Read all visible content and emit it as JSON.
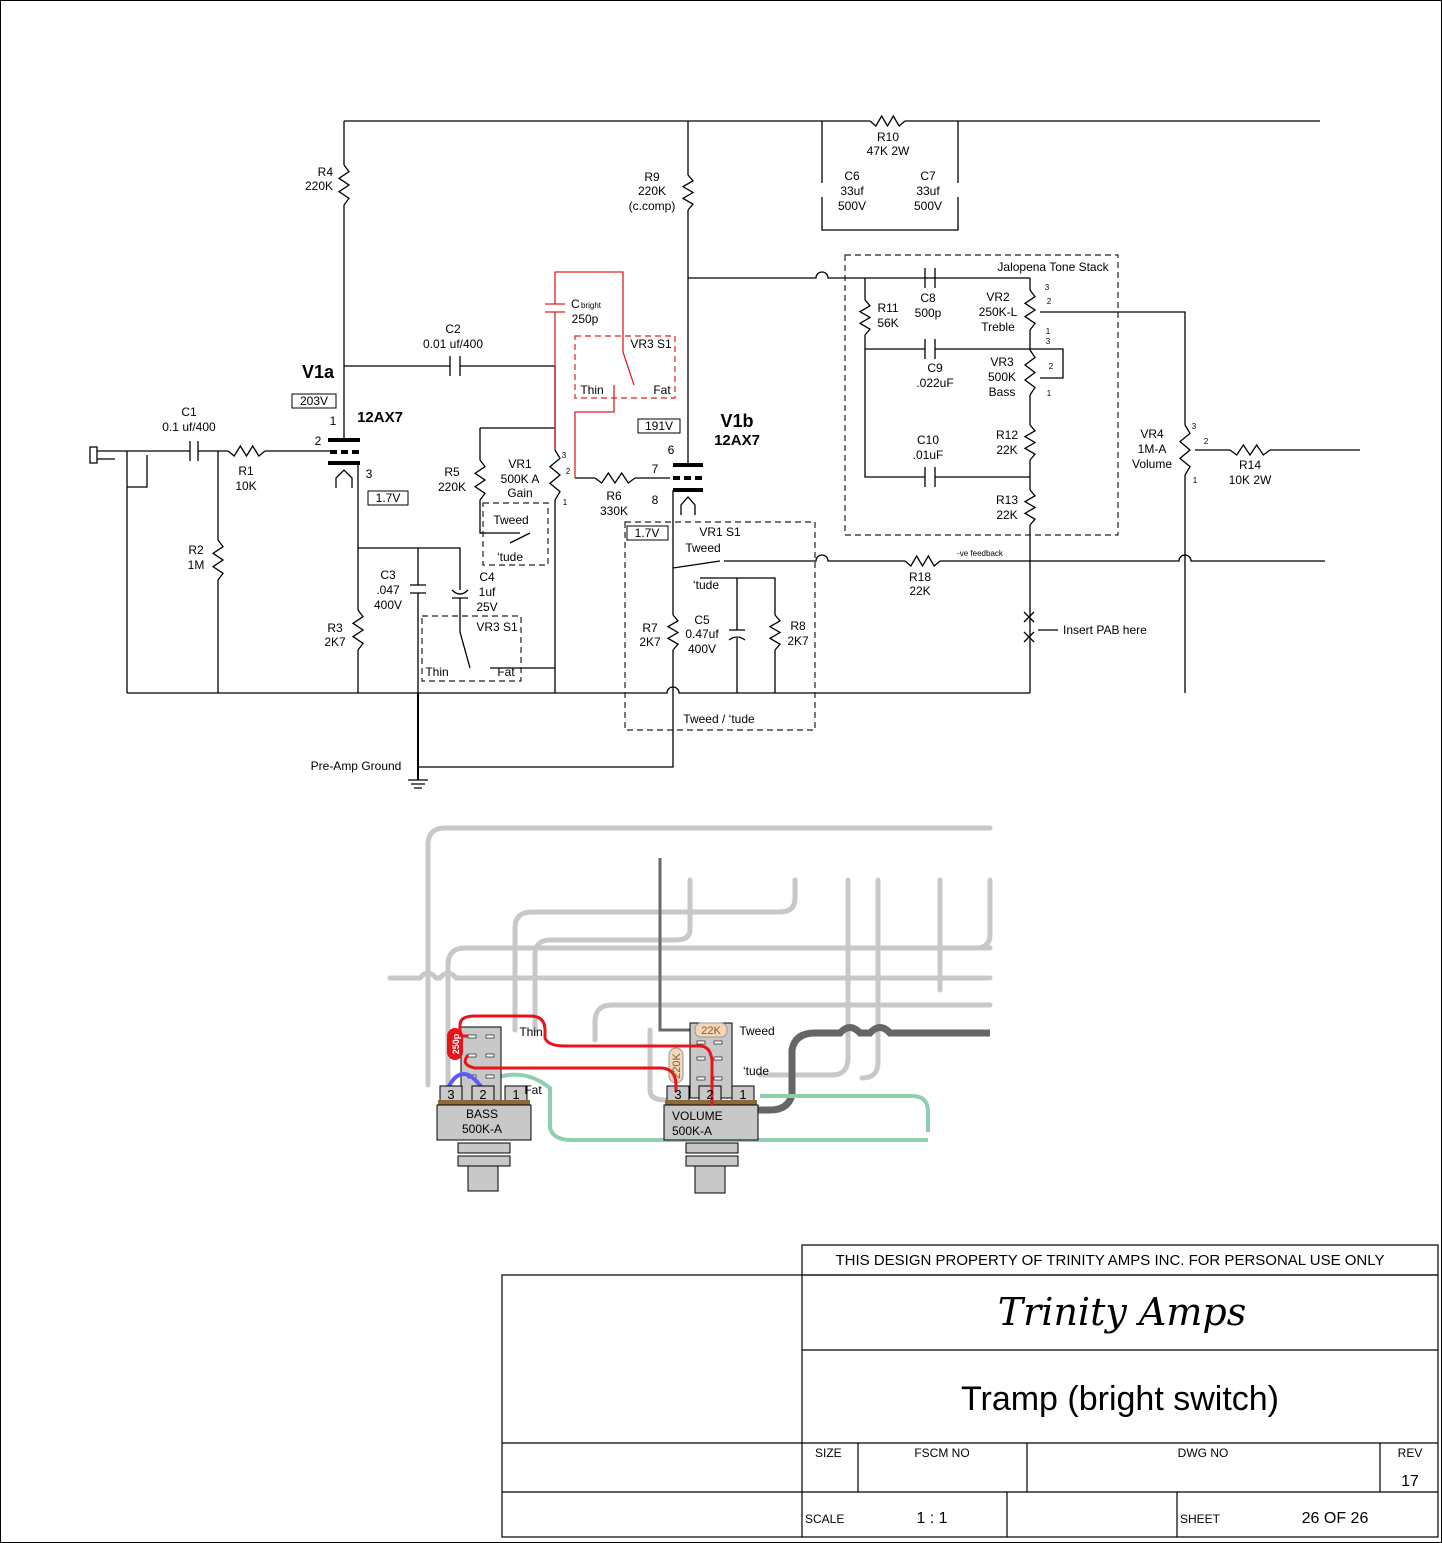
{
  "v1a": {
    "label": "V1a",
    "tube": "12AX7",
    "plate_voltage": "203V",
    "cathode_voltage": "1.7V",
    "pins": [
      "1",
      "2",
      "3"
    ]
  },
  "v1b": {
    "label": "V1b",
    "tube": "12AX7",
    "plate_voltage": "191V",
    "cathode_voltage": "1.7V",
    "pins": [
      "6",
      "7",
      "8"
    ]
  },
  "comp": {
    "r1": [
      "R1",
      "10K"
    ],
    "r2": [
      "R2",
      "1M"
    ],
    "r3": [
      "R3",
      "2K7"
    ],
    "r4": [
      "R4",
      "220K"
    ],
    "r5": [
      "R5",
      "220K"
    ],
    "r6": [
      "R6",
      "330K"
    ],
    "r7": [
      "R7",
      "2K7"
    ],
    "r8": [
      "R8",
      "2K7"
    ],
    "r9": [
      "R9",
      "220K",
      "(c.comp)"
    ],
    "r10": [
      "R10",
      "47K 2W"
    ],
    "r11": [
      "R11",
      "56K"
    ],
    "r12": [
      "R12",
      "22K"
    ],
    "r13": [
      "R13",
      "22K"
    ],
    "r14": [
      "R14",
      "10K 2W"
    ],
    "r18": [
      "R18",
      "22K"
    ],
    "c1": [
      "C1",
      "0.1 uf/400"
    ],
    "c2": [
      "C2",
      "0.01 uf/400"
    ],
    "c3": [
      "C3",
      ".047",
      "400V"
    ],
    "c4": [
      "C4",
      "1uf",
      "25V"
    ],
    "c5": [
      "C5",
      "0.47uf",
      "400V"
    ],
    "c6": [
      "C6",
      "33uf",
      "500V"
    ],
    "c7": [
      "C7",
      "33uf",
      "500V"
    ],
    "c8": [
      "C8",
      "500p"
    ],
    "c9": [
      "C9",
      ".022uF"
    ],
    "c10": [
      "C10",
      ".01uF"
    ],
    "cbright": [
      "C",
      "bright",
      "250p"
    ],
    "vr1": [
      "VR1",
      "500K A",
      "Gain"
    ],
    "vr2": [
      "VR2",
      "250K-L",
      "Treble"
    ],
    "vr3": [
      "VR3",
      "500K",
      "Bass"
    ],
    "vr4": [
      "VR4",
      "1M-A",
      "Volume"
    ]
  },
  "pot_pins": [
    "3",
    "2",
    "1"
  ],
  "switches": {
    "vr1_s1_left": {
      "tweed": "Tweed",
      "tude": "‘tude"
    },
    "vr3_s1_lower": {
      "label": "VR3 S1",
      "thin": "Thin",
      "fat": "Fat"
    },
    "vr3_s1_bright": {
      "label": "VR3 S1",
      "thin": "Thin",
      "fat": "Fat"
    },
    "vr1_s1_right": {
      "label": "VR1 S1",
      "tweed": "Tweed",
      "tude": "‘tude"
    },
    "tweed_tude_box": "Tweed / ‘tude"
  },
  "labels": {
    "tone_stack": "Jalopena Tone Stack",
    "neg_feedback": "-ve feedback",
    "insert_pab": "Insert PAB here",
    "preamp_ground": "Pre-Amp Ground"
  },
  "wiring": {
    "thin": "Thin",
    "fat": "Fat",
    "tweed": "Tweed",
    "tude": "‘tude",
    "r_22k": "22K",
    "r_220k": "220K",
    "cap_250p": "250p",
    "bass_pot": [
      "BASS",
      "500K-A"
    ],
    "volume_pot": [
      "VOLUME",
      "500K-A"
    ],
    "pins": [
      "3",
      "2",
      "1"
    ],
    "colors": {
      "signal_red": "#e8141c",
      "green": "#8fcfb0",
      "blue": "#5a5aff",
      "grey": "#c8c8c8",
      "dark_grey": "#666666"
    }
  },
  "title_block": {
    "notice": "THIS DESIGN PROPERTY OF TRINITY AMPS INC. FOR PERSONAL USE ONLY",
    "logo": "Trinity Amps",
    "title": "Tramp (bright switch)",
    "size_label": "SIZE",
    "fscm_label": "FSCM NO",
    "dwg_label": "DWG NO",
    "rev_label": "REV",
    "rev": "17",
    "scale_label": "SCALE",
    "scale": "1 : 1",
    "sheet_label": "SHEET",
    "sheet": "26 OF 26"
  }
}
